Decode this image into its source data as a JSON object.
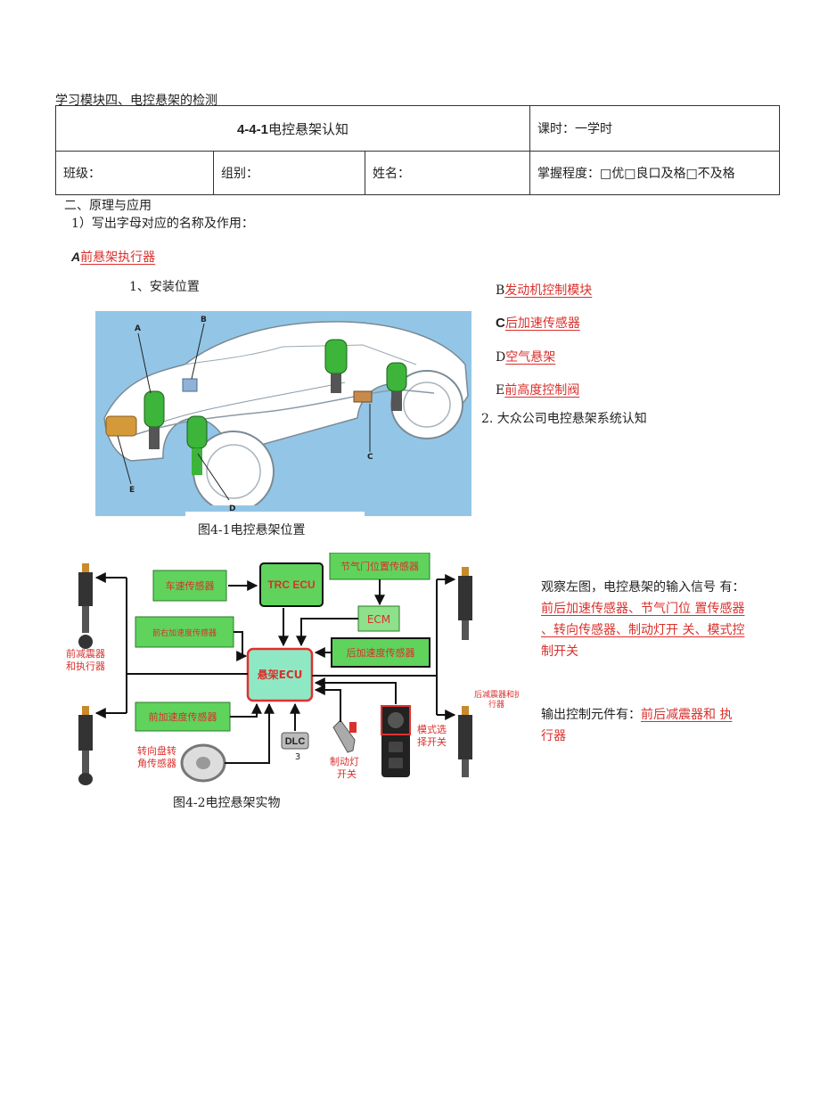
{
  "module_title": "学习模块四、电控悬架的检测",
  "header": {
    "lesson_code": "4-4-1",
    "lesson_title": "电控悬架认知",
    "hours": "课时：一学时",
    "class_label": "班级：",
    "group_label": "组别：",
    "name_label": "姓名：",
    "mastery": "掌握程度：□优□良口及格□不及格"
  },
  "section_title": "二、原理与应用",
  "question_1": "1）写出字母对应的名称及作用：",
  "answers": {
    "a_letter": "A",
    "a_text": "前悬架执行器",
    "b_letter": "B",
    "b_text": "发动机控制模块",
    "c_letter": "C",
    "c_text": "后加速传感器",
    "d_letter": "D",
    "d_text": "空气悬架",
    "e_letter": "E",
    "e_text": "前高度控制阀"
  },
  "sub_1": "1、安装位置",
  "sub_2": "2.  大众公司电控悬架系统认知",
  "figure1": {
    "caption": "图4-1电控悬架位置",
    "labels": {
      "a": "A",
      "b": "B",
      "c": "C",
      "d": "D",
      "e": "E"
    }
  },
  "figure2": {
    "caption": "图4-2电控悬架实物",
    "boxes": {
      "speed": "车速传感器",
      "trc": "TRC   ECU",
      "throttle": "节气门位置传感器",
      "ecm": "ECM",
      "front_right_acc": "前右加速度传感器",
      "rear_acc": "后加速度传感器",
      "ecu": "悬架ECU",
      "front_acc": "前加速度传感器",
      "dlc": "DLC",
      "dlc_num": "3"
    },
    "labels": {
      "front_damper_1": "前减震器",
      "front_damper_2": "和执行器",
      "rear_damper_1": "后减震器和执",
      "rear_damper_2": "行器",
      "steer_1": "转向盘转",
      "steer_2": "角传感器",
      "brake_1": "制动灯",
      "brake_2": "开关",
      "mode_1": "模式选",
      "mode_2": "择开关"
    }
  },
  "observe": {
    "prefix": "观察左图，电控悬架的输入信号 有：",
    "answer_line1": "前后加速传感器、节气门位 置传感器",
    "answer_line2": "、转向传感器、制动灯开 关、模式控",
    "answer_line3": "制开关"
  },
  "output": {
    "prefix": "输出控制元件有：",
    "answer_part1": "前后减震器和 执",
    "answer_part2": "行器"
  }
}
